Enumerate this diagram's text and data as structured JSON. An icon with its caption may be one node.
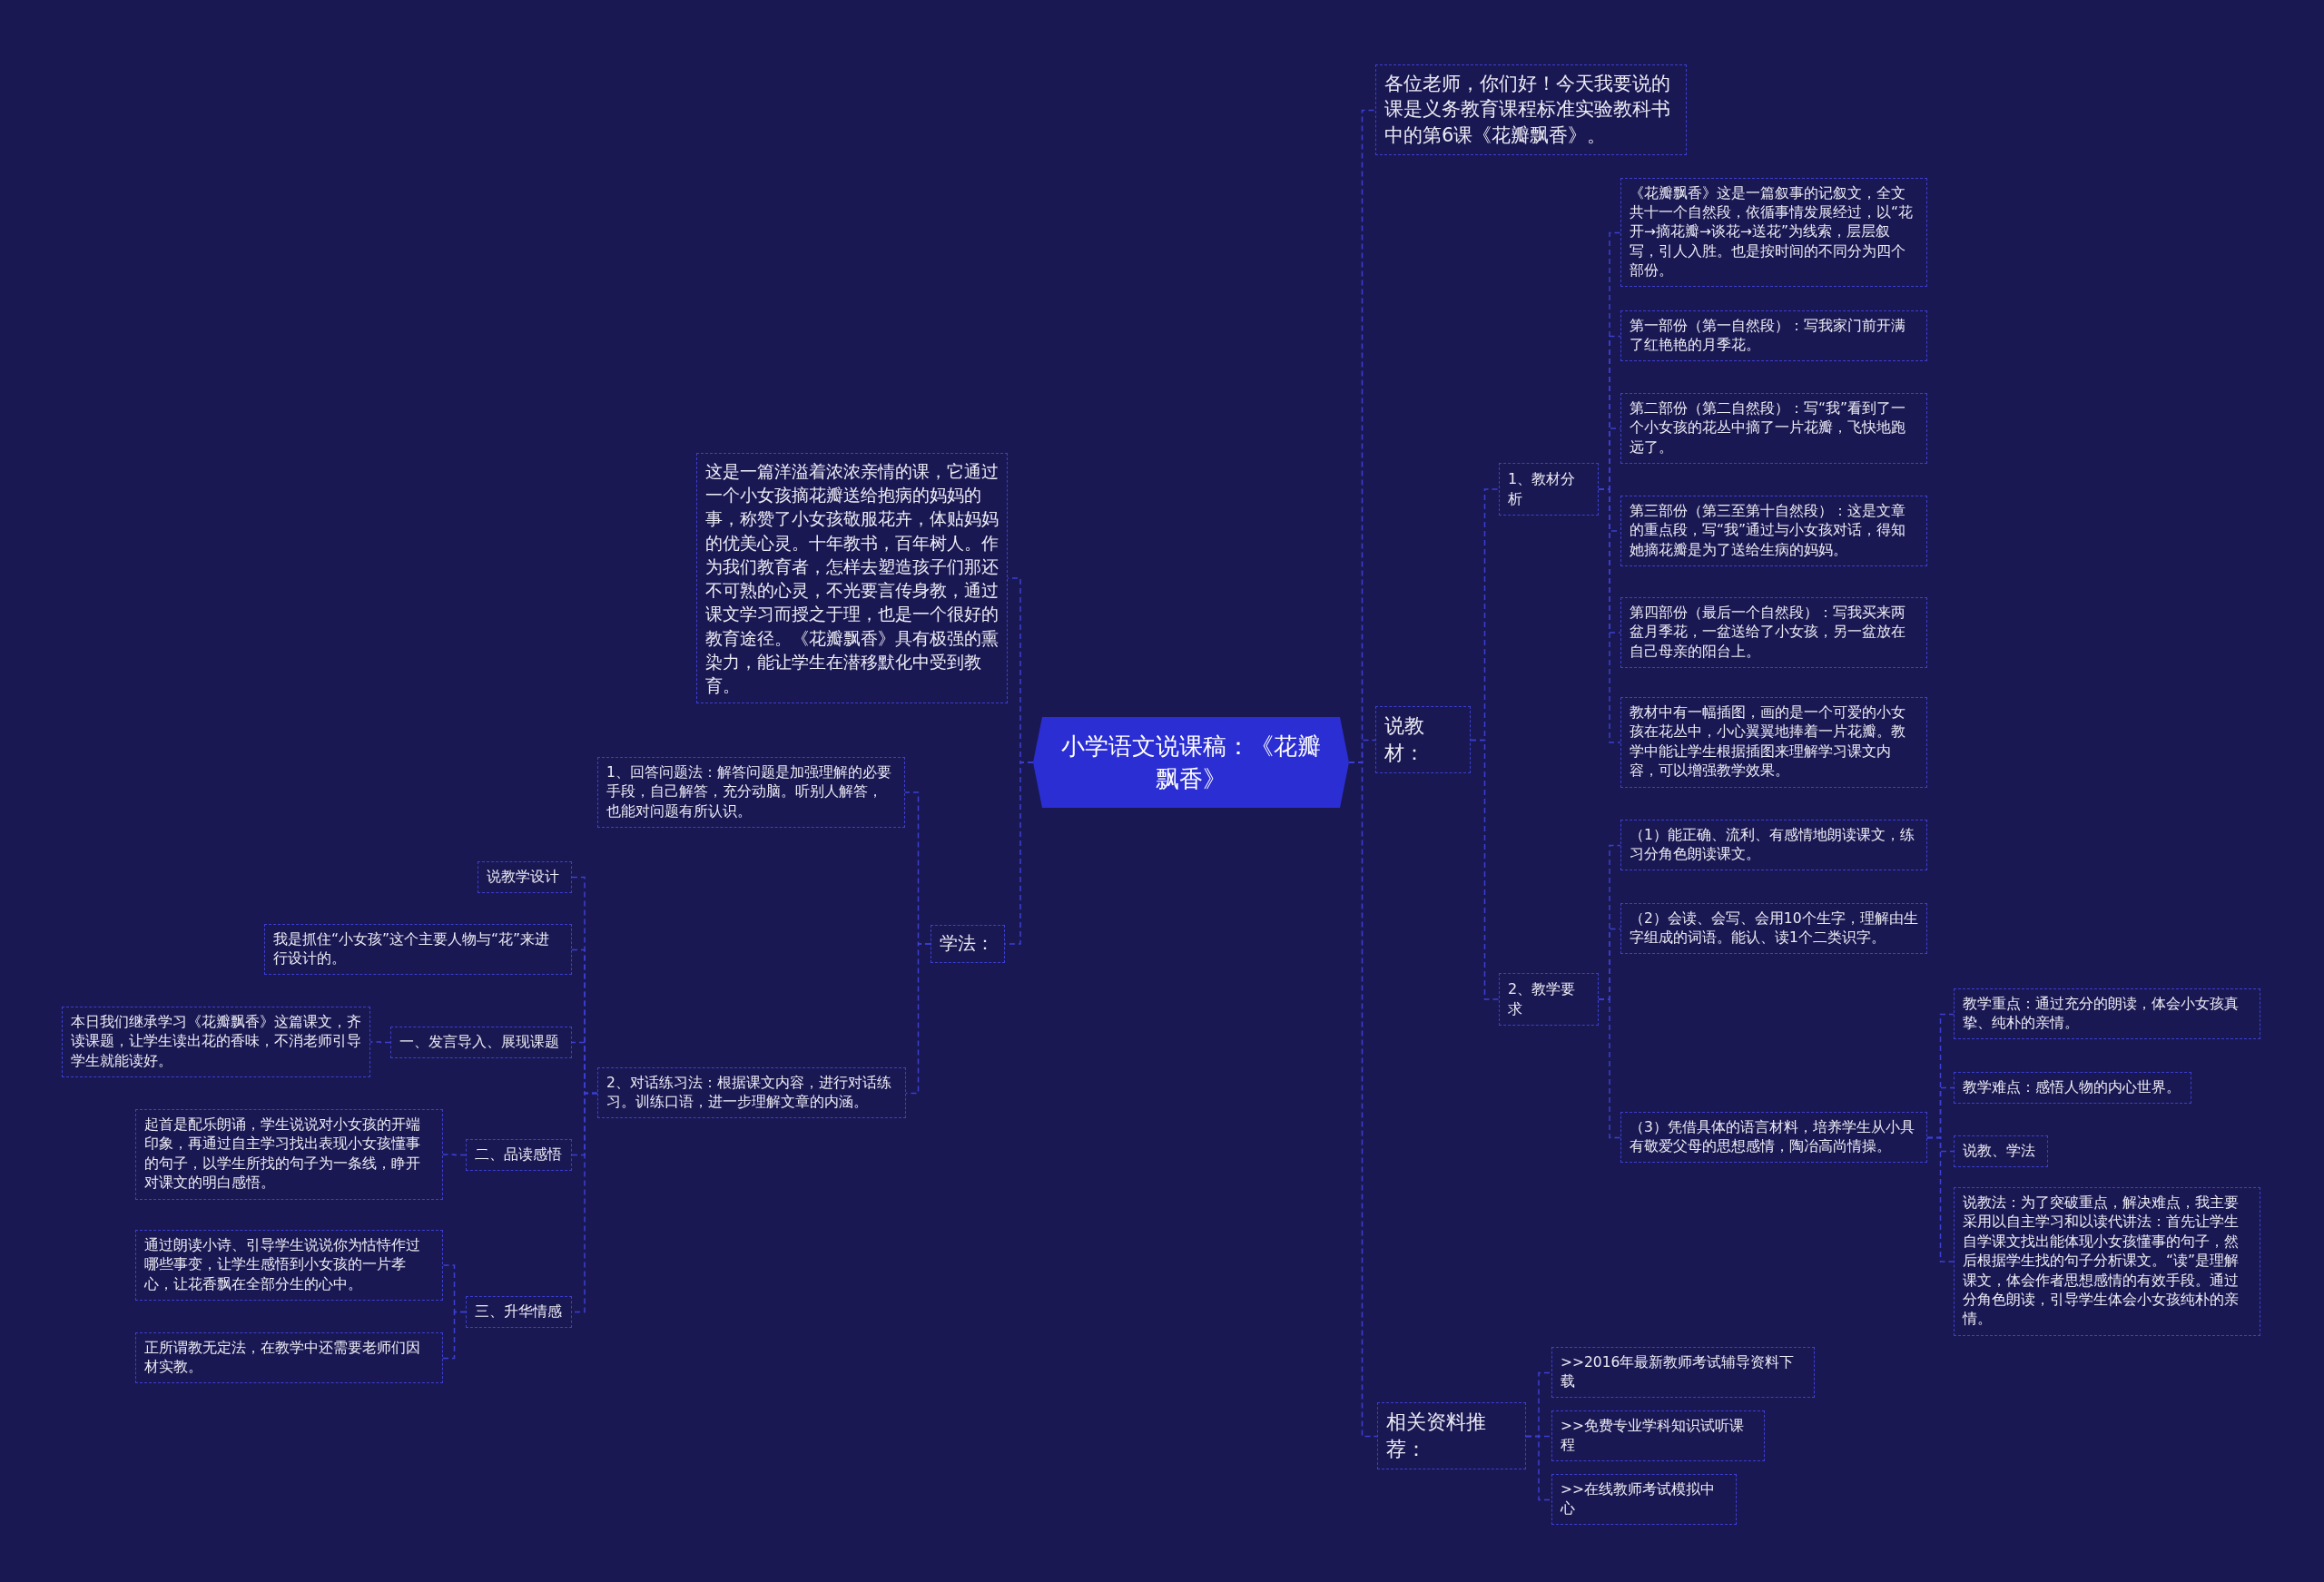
{
  "diagram": {
    "nodes": [
      {
        "text": [
          "小学语文说课稿：《花瓣飘香》"
        ]
      },
      {
        "text": [
          "各位老师，你们好！今天我要说的课是义务教育课程标准实验教科书中的第6课《花瓣飘香》。"
        ]
      },
      {
        "text": [
          "说教材："
        ]
      },
      {
        "text": [
          "1、教材分析"
        ]
      },
      {
        "text": [
          "《花瓣飘香》这是一篇叙事的记叙文，全文共十一个自然段，依循事情发展经过，以“花开→摘花瓣→谈花→送花”为线索，层层叙写，引人入胜。也是按时间的不同分为四个部份。"
        ]
      },
      {
        "text": [
          "第一部份（第一自然段）：写我家门前开满了红艳艳的月季花。"
        ]
      },
      {
        "text": [
          "第二部份（第二自然段）：写“我”看到了一个小女孩的花丛中摘了一片花瓣，飞快地跑远了。"
        ]
      },
      {
        "text": [
          "第三部份（第三至第十自然段）：这是文章的重点段，写“我”通过与小女孩对话，得知她摘花瓣是为了送给生病的妈妈。"
        ]
      },
      {
        "text": [
          "第四部份（最后一个自然段）：写我买来两盆月季花，一盆送给了小女孩，另一盆放在自己母亲的阳台上。"
        ]
      },
      {
        "text": [
          "教材中有一幅插图，画的是一个可爱的小女孩在花丛中，小心翼翼地捧着一片花瓣。教学中能让学生根据插图来理解学习课文内容，可以增强教学效果。"
        ]
      },
      {
        "text": [
          "2、教学要求"
        ]
      },
      {
        "text": [
          "（1）能正确、流利、有感情地朗读课文，练习分角色朗读课文。"
        ]
      },
      {
        "text": [
          "（2）会读、会写、会用10个生字，理解由生字组成的词语。能认、读1个二类识字。"
        ]
      },
      {
        "text": [
          "（3）凭借具体的语言材料，培养学生从小具有敬爱父母的思想感情，陶冶高尚情操。"
        ]
      },
      {
        "text": [
          "教学重点：通过充分的朗读，体会小女孩真挚、纯朴的亲情。"
        ]
      },
      {
        "text": [
          "教学难点：感悟人物的内心世界。"
        ]
      },
      {
        "text": [
          "说教、学法"
        ]
      },
      {
        "text": [
          "说教法：为了突破重点，解决难点，我主要采用以自主学习和以读代讲法：首先让学生自学课文找出能体现小女孩懂事的句子，然后根据学生找的句子分析课文。“读”是理解课文，体会作者思想感情的有效手段。通过分角色朗读，引导学生体会小女孩纯朴的亲情。"
        ]
      },
      {
        "text": [
          "相关资料推荐："
        ]
      },
      {
        "text": [
          ">>2016年最新教师考试辅导资料下载"
        ]
      },
      {
        "text": [
          ">>免费专业学科知识试听课程"
        ]
      },
      {
        "text": [
          ">>在线教师考试模拟中心"
        ]
      },
      {
        "text": [
          "这是一篇洋溢着浓浓亲情的课，它通过一个小女孩摘花瓣送给抱病的妈妈的事，称赞了小女孩敬服花卉，体贴妈妈的优美心灵。十年教书，百年树人。作为我们教育者，怎样去塑造孩子们那还不可熟的心灵，不光要言传身教，通过课文学习而授之于理，也是一个很好的教育途径。《花瓣飘香》具有极强的熏染力，能让学生在潜移默化中受到教育。"
        ]
      },
      {
        "text": [
          "学法："
        ]
      },
      {
        "text": [
          "1、回答问题法：解答问题是加强理解的必要手段，自己解答，充分动脑。听别人解答，也能对问题有所认识。"
        ]
      },
      {
        "text": [
          "2、对话练习法：根据课文内容，进行对话练习。训练口语，进一步理解文章的内涵。"
        ]
      },
      {
        "text": [
          "说教学设计"
        ]
      },
      {
        "text": [
          "我是抓住“小女孩”这个主要人物与“花”来进行设计的。"
        ]
      },
      {
        "text": [
          "一、发言导入、展现课题"
        ]
      },
      {
        "text": [
          "本日我们继承学习《花瓣飘香》这篇课文，齐读课题，让学生读出花的香味，不消老师引导学生就能读好。"
        ]
      },
      {
        "text": [
          "二、品读感悟"
        ]
      },
      {
        "text": [
          "起首是配乐朗诵，学生说说对小女孩的开端印象，再通过自主学习找出表现小女孩懂事的句子，以学生所找的句子为一条线，睁开对课文的明白感悟。"
        ]
      },
      {
        "text": [
          "三、升华情感"
        ]
      },
      {
        "text": [
          "通过朗读小诗、引导学生说说你为怙恃作过哪些事变，让学生感悟到小女孩的一片孝心，让花香飘在全部分生的心中。"
        ]
      },
      {
        "text": [
          "正所谓教无定法，在教学中还需要老师们因材实教。"
        ]
      }
    ],
    "edges": [
      {
        "from": 0,
        "to": 1,
        "arrow": "none"
      },
      {
        "from": 0,
        "to": 2,
        "arrow": "none"
      },
      {
        "from": 0,
        "to": 18,
        "arrow": "none"
      },
      {
        "from": 0,
        "to": 22,
        "arrow": "none"
      },
      {
        "from": 0,
        "to": 23,
        "arrow": "none"
      },
      {
        "from": 2,
        "to": 3,
        "arrow": "none"
      },
      {
        "from": 2,
        "to": 10,
        "arrow": "none"
      },
      {
        "from": 3,
        "to": 4,
        "arrow": "none"
      },
      {
        "from": 3,
        "to": 5,
        "arrow": "none"
      },
      {
        "from": 3,
        "to": 6,
        "arrow": "none"
      },
      {
        "from": 3,
        "to": 7,
        "arrow": "none"
      },
      {
        "from": 3,
        "to": 8,
        "arrow": "none"
      },
      {
        "from": 3,
        "to": 9,
        "arrow": "none"
      },
      {
        "from": 10,
        "to": 11,
        "arrow": "none"
      },
      {
        "from": 10,
        "to": 12,
        "arrow": "none"
      },
      {
        "from": 10,
        "to": 13,
        "arrow": "none"
      },
      {
        "from": 13,
        "to": 14,
        "arrow": "none"
      },
      {
        "from": 13,
        "to": 15,
        "arrow": "none"
      },
      {
        "from": 13,
        "to": 16,
        "arrow": "none"
      },
      {
        "from": 13,
        "to": 17,
        "arrow": "none"
      },
      {
        "from": 18,
        "to": 19,
        "arrow": "none"
      },
      {
        "from": 18,
        "to": 20,
        "arrow": "none"
      },
      {
        "from": 18,
        "to": 21,
        "arrow": "none"
      },
      {
        "from": 23,
        "to": 24,
        "arrow": "none"
      },
      {
        "from": 23,
        "to": 25,
        "arrow": "none"
      },
      {
        "from": 25,
        "to": 26,
        "arrow": "none"
      },
      {
        "from": 25,
        "to": 27,
        "arrow": "none"
      },
      {
        "from": 25,
        "to": 28,
        "arrow": "none"
      },
      {
        "from": 25,
        "to": 30,
        "arrow": "none"
      },
      {
        "from": 25,
        "to": 32,
        "arrow": "none"
      },
      {
        "from": 28,
        "to": 29,
        "arrow": "none"
      },
      {
        "from": 30,
        "to": 31,
        "arrow": "none"
      },
      {
        "from": 32,
        "to": 33,
        "arrow": "none"
      },
      {
        "from": 32,
        "to": 34,
        "arrow": "none"
      }
    ]
  }
}
